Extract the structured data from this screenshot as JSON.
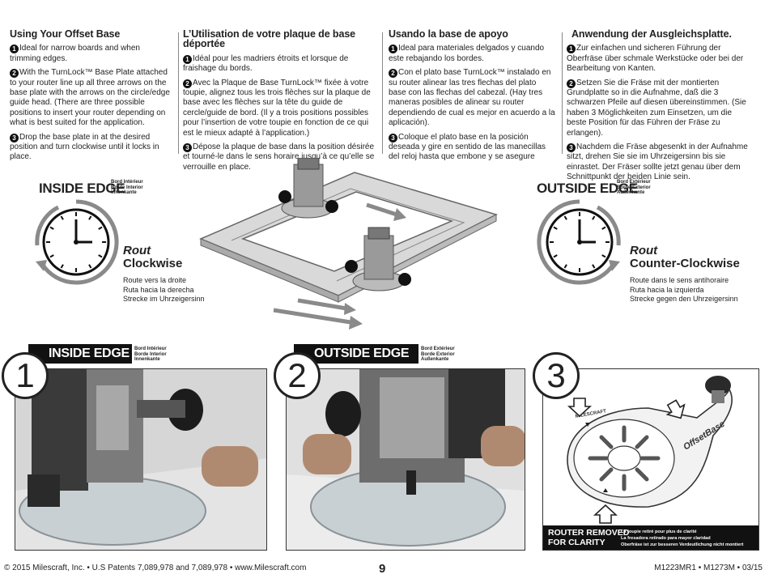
{
  "columns": [
    {
      "heading": "Using Your Offset Base",
      "items": [
        {
          "num": "1",
          "text": "Ideal for narrow boards and when trimming edges."
        },
        {
          "num": "2",
          "text": "With the TurnLock™ Base Plate attached to your router line up all three arrows on the base plate with the arrows on the circle/edge guide head. (There are three possible positions to insert your router depending on what is best suited for the application."
        },
        {
          "num": "3",
          "text": "Drop the base plate in at the desired position and turn clockwise until it locks in place."
        }
      ]
    },
    {
      "heading": "L’Utilisation de votre plaque de base déportée",
      "items": [
        {
          "num": "1",
          "text": "Idéal pour les madriers étroits et lorsque de fraishage du bords."
        },
        {
          "num": "2",
          "text": "Avec la Plaque de Base TurnLock™ fixée à votre toupie, alignez tous les trois flèches sur la plaque de base avec les flèches sur la tête du guide de cercle/guide de bord. (Il y a trois positions possibles pour l’insertion de votre toupie en fonction de ce qui est le mieux adapté à l’application.)"
        },
        {
          "num": "3",
          "text": "Dépose la plaque de base dans la position désirée et tourné-le dans le sens horaire jusqu’à ce qu’elle se verrouille en place."
        }
      ]
    },
    {
      "heading": "Usando la base de apoyo",
      "items": [
        {
          "num": "1",
          "text": "Ideal para materiales delgados y cuando este rebajando los bordes."
        },
        {
          "num": "2",
          "text": "Con el plato base TurnLock™ instalado en su router alinear las tres flechas del plato base con las flechas del cabezal. (Hay tres maneras posibles de alinear su router dependiendo de cual es mejor en acuerdo a la aplicación)."
        },
        {
          "num": "3",
          "text": "Coloque el plato base en la posición deseada y gire en sentido de las manecillas del reloj hasta que embone y se asegure"
        }
      ]
    },
    {
      "heading": "Anwendung der Ausgleichsplatte.",
      "items": [
        {
          "num": "1",
          "text": "Zur einfachen und sicheren Führung der Oberfräse über schmale Werkstücke oder bei der Bearbeitung von Kanten."
        },
        {
          "num": "2",
          "text": "Setzen Sie die Fräse mit der montierten Grundplatte so in die Aufnahme, daß die 3 schwarzen Pfeile auf diesen übereinstimmen. (Sie haben 3 Möglichkeiten zum Einsetzen, um die beste Position für das Führen der Fräse zu erlangen)."
        },
        {
          "num": "3",
          "text": "Nachdem die Fräse abgesenkt in der Aufnahme sitzt, drehen Sie sie im Uhrzeigersinn bis sie einrastet. Der Fräser sollte jetzt genau über dem Schnittpunkt der beiden Linie sein."
        }
      ]
    }
  ],
  "inside_edge": {
    "title": "INSIDE EDGE",
    "sub": [
      "Bord Intérieur",
      "Borde Interior",
      "Innenkante"
    ],
    "rout": "Rout",
    "direction": "Clockwise",
    "translations": [
      "Route vers la droite",
      "Ruta hacia la derecha",
      "Strecke im Uhrzeigersinn"
    ]
  },
  "outside_edge": {
    "title": "OUTSIDE EDGE",
    "sub": [
      "Bord Extérieur",
      "Borde Exterior",
      "Außenkante"
    ],
    "rout": "Rout",
    "direction": "Counter-Clockwise",
    "translations": [
      "Route dans le sens antihoraire",
      "Ruta hacia la izquierda",
      "Strecke gegen den Uhrzeigersinn"
    ]
  },
  "photos": [
    {
      "number": "1",
      "banner": "INSIDE EDGE",
      "sub": [
        "Bord Intérieur",
        "Borde Interior",
        "Innenkante"
      ]
    },
    {
      "number": "2",
      "banner": "OUTSIDE  EDGE",
      "sub": [
        "Bord Extérieur",
        "Borde Exterior",
        "Außenkante"
      ]
    },
    {
      "number": "3"
    }
  ],
  "router_removed": {
    "label_1": "ROUTER REMOVED",
    "label_2": "FOR CLARITY",
    "notes": [
      "La toupie retiré pour plus de clarité",
      "La fresadora retirado para mayor claridad",
      "Oberfräse ist zur besseren Verdeutlichung nicht montiert"
    ]
  },
  "product_text": {
    "brand": "OffsetBase",
    "logo": "MILESCRAFT"
  },
  "footer": {
    "left": "© 2015 Milescraft, Inc. • U.S Patents 7,089,978 and 7,089,978 • www.Milescraft.com",
    "page": "9",
    "right": "M1223MR1 • M1273M • 03/15"
  },
  "colors": {
    "text": "#222222",
    "banner": "#111111",
    "arrow_gray": "#8a8a8a"
  }
}
